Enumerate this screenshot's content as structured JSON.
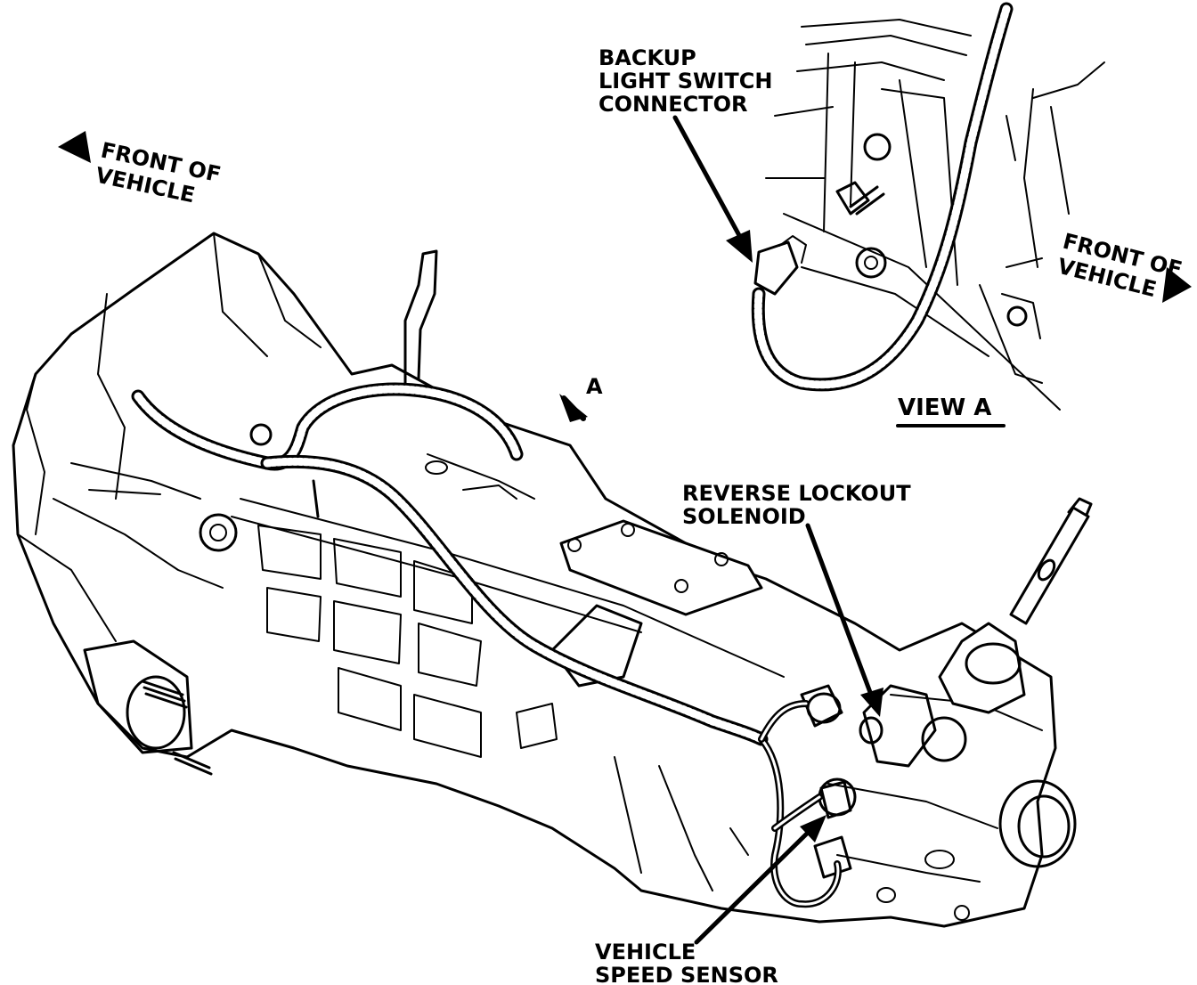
{
  "labels": {
    "backup_switch": [
      "BACKUP",
      "LIGHT SWITCH",
      "CONNECTOR"
    ],
    "front_of_vehicle_left": [
      "FRONT OF",
      "VEHICLE"
    ],
    "front_of_vehicle_right": [
      "FRONT OF",
      "VEHICLE"
    ],
    "view_marker": "A",
    "view_title": "VIEW A",
    "reverse_lockout": [
      "REVERSE LOCKOUT",
      "SOLENOID"
    ],
    "speed_sensor": [
      "VEHICLE",
      "SPEED SENSOR"
    ]
  }
}
